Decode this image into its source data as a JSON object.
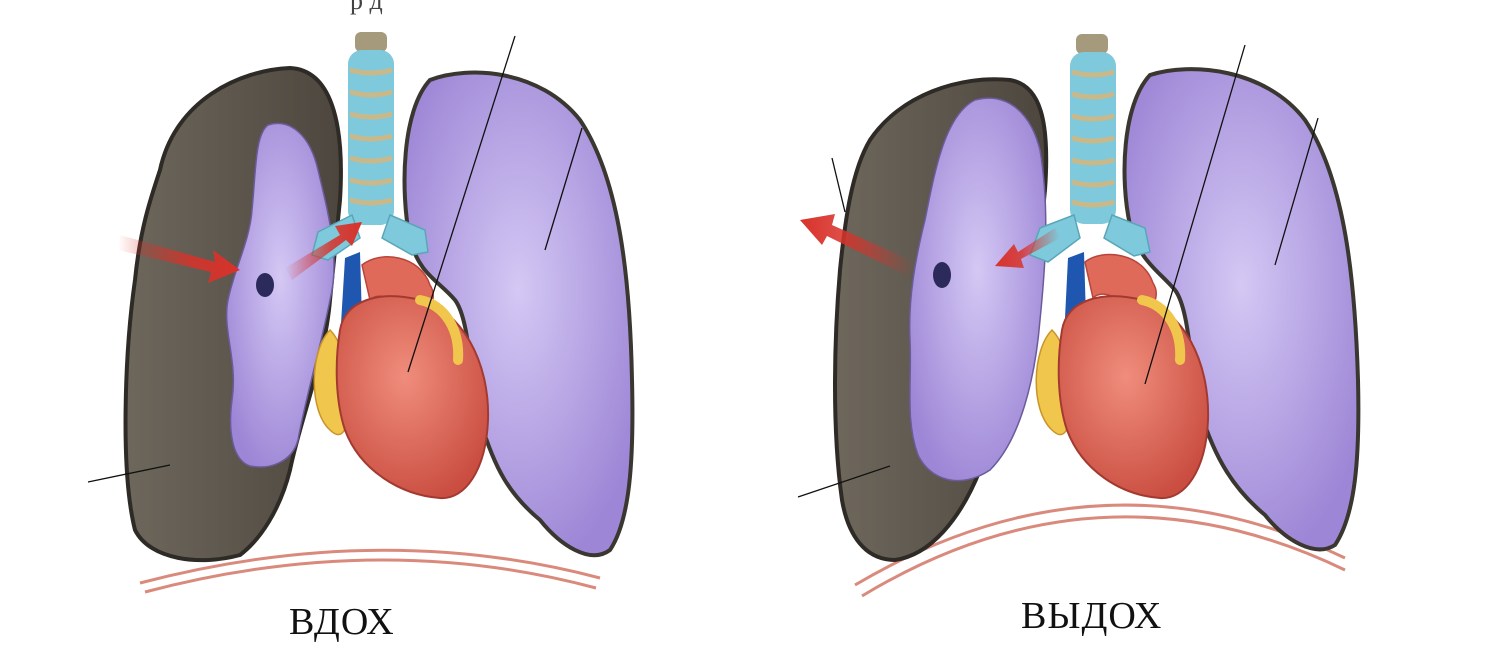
{
  "top_fragment": "р д",
  "panels": [
    {
      "caption": "ВДОХ"
    },
    {
      "caption": "ВЫДОХ"
    }
  ],
  "colors": {
    "lung": "#a993dd",
    "lung_light": "#cfc3f0",
    "pneumothorax_cavity": "#5b554c",
    "pleura_outline": "#3a3630",
    "heart": "#e06a5a",
    "heart_dark": "#b8443a",
    "fat": "#f1c64c",
    "trachea": "#7ec9dc",
    "trachea_ring": "#c9b98a",
    "vena_cava": "#1f57b0",
    "arrow": "#d8322a",
    "diaphragm": "#d98a7c"
  }
}
